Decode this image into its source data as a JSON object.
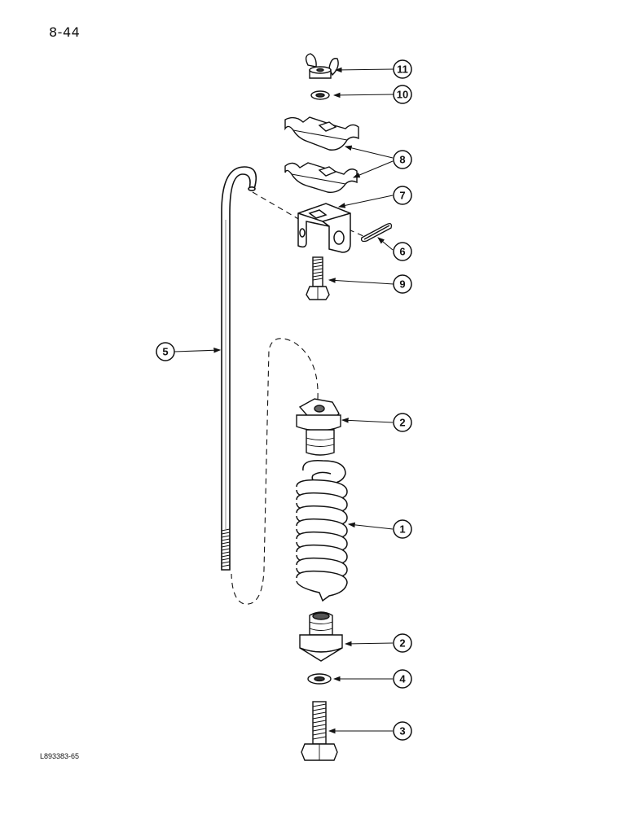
{
  "page_number": "8-44",
  "figure_id": "L893383-65",
  "callouts": [
    {
      "id": "11",
      "part": "wing-nut"
    },
    {
      "id": "10",
      "part": "lock-washer"
    },
    {
      "id": "8",
      "part": "upper-clamp-plate"
    },
    {
      "id": "8",
      "part": "lower-clamp-plate"
    },
    {
      "id": "7",
      "part": "bracket"
    },
    {
      "id": "6",
      "part": "cotter-pin"
    },
    {
      "id": "9",
      "part": "bolt"
    },
    {
      "id": "5",
      "part": "rod"
    },
    {
      "id": "2",
      "part": "upper-spring-seat"
    },
    {
      "id": "1",
      "part": "spring"
    },
    {
      "id": "2",
      "part": "lower-spring-seat"
    },
    {
      "id": "4",
      "part": "washer"
    },
    {
      "id": "3",
      "part": "cap-screw"
    }
  ]
}
